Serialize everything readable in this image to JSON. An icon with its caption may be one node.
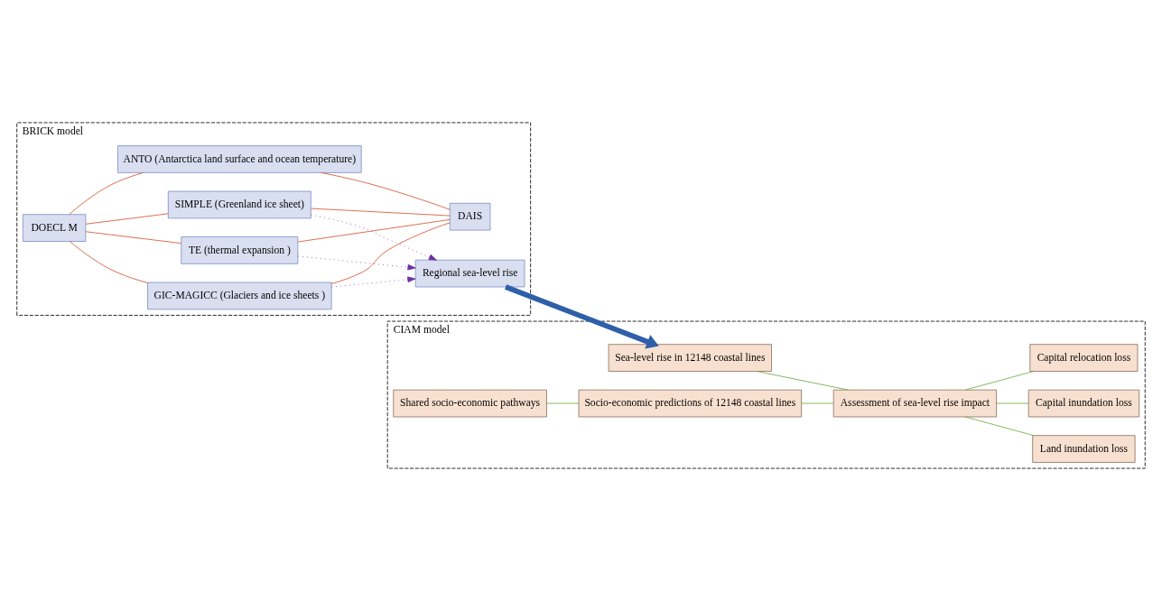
{
  "diagram": {
    "nodes": [
      {
        "text": [
          "BRICK model"
        ]
      },
      {
        "text": [
          "DOECL M"
        ],
        "in": 0
      },
      {
        "text": [
          "GIC-MAGICC (Glaciers and ice sheets )"
        ],
        "in": 0
      },
      {
        "text": [
          "TE (thermal expansion )"
        ],
        "in": 0
      },
      {
        "text": [
          "SIMPLE (Greenland ice sheet)"
        ],
        "in": 0
      },
      {
        "text": [
          "ANTO (Antarctica land surface and ocean temperature)"
        ],
        "in": 0
      },
      {
        "text": [
          "DAIS"
        ],
        "in": 0
      },
      {
        "text": [
          "Regional sea-level rise"
        ],
        "in": 0
      },
      {
        "text": [
          "CIAM model"
        ]
      },
      {
        "text": [
          "Shared socio-economic pathways"
        ],
        "in": 8
      },
      {
        "text": [
          "Sea-level rise in 12148 coastal lines"
        ],
        "in": 8
      },
      {
        "text": [
          "Socio-economic predictions of 12148 coastal lines"
        ],
        "in": 8
      },
      {
        "text": [
          "Assessment of sea-level rise impact"
        ],
        "in": 8
      },
      {
        "text": [
          "Land inundation loss"
        ],
        "in": 8
      },
      {
        "text": [
          "Capital inundation loss"
        ],
        "in": 8
      },
      {
        "text": [
          "Capital relocation loss"
        ],
        "in": 8
      }
    ],
    "edges": [
      {
        "from": 1,
        "to": 2,
        "arrow": "none",
        "color": "#d4502c"
      },
      {
        "from": 1,
        "to": 3,
        "arrow": "none",
        "color": "#d4502c"
      },
      {
        "from": 1,
        "to": 4,
        "arrow": "none",
        "color": "#d4502c"
      },
      {
        "from": 1,
        "to": 5,
        "arrow": "none",
        "color": "#d4502c"
      },
      {
        "from": 2,
        "to": 6,
        "arrow": "none",
        "color": "#d4502c"
      },
      {
        "from": 3,
        "to": 6,
        "arrow": "none",
        "color": "#d4502c"
      },
      {
        "from": 4,
        "to": 6,
        "arrow": "none",
        "color": "#d4502c"
      },
      {
        "from": 5,
        "to": 6,
        "arrow": "none",
        "color": "#d4502c"
      },
      {
        "from": 2,
        "to": 7,
        "arrow": "to",
        "style": "dashed",
        "color": "#7030a0"
      },
      {
        "from": 3,
        "to": 7,
        "arrow": "to",
        "style": "dashed",
        "color": "#7030a0"
      },
      {
        "from": 4,
        "to": 7,
        "arrow": "to",
        "style": "dashed",
        "color": "#7030a0"
      },
      {
        "from": 7,
        "to": 10,
        "arrow": "to",
        "style": "thick",
        "color": "#2e5fa8"
      },
      {
        "from": 9,
        "to": 11,
        "arrow": "none",
        "color": "#6aaa3a"
      },
      {
        "from": 10,
        "to": 12,
        "arrow": "none",
        "color": "#6aaa3a"
      },
      {
        "from": 11,
        "to": 12,
        "arrow": "none",
        "color": "#6aaa3a"
      },
      {
        "from": 12,
        "to": 13,
        "arrow": "none",
        "color": "#6aaa3a"
      },
      {
        "from": 12,
        "to": 14,
        "arrow": "none",
        "color": "#6aaa3a"
      },
      {
        "from": 12,
        "to": 15,
        "arrow": "none",
        "color": "#6aaa3a"
      }
    ]
  }
}
